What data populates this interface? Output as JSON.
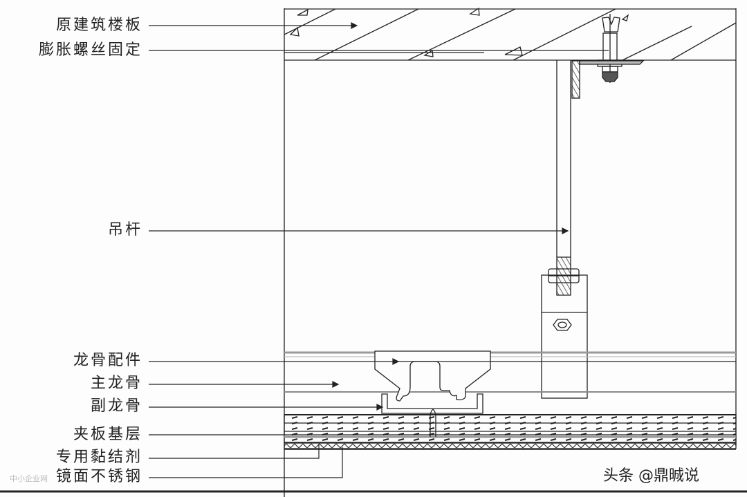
{
  "labels": {
    "slab": "原建筑楼板",
    "expansion_bolt": "膨胀螺丝固定",
    "hanger_rod": "吊杆",
    "keel_fitting": "龙骨配件",
    "main_keel": "主龙骨",
    "sub_keel": "副龙骨",
    "plywood_base": "夹板基层",
    "adhesive": "专用黏结剂",
    "mirror_steel": "镜面不锈钢"
  },
  "watermark": "头条 @鼎晠说",
  "watermark_faint": "中小企业网"
}
